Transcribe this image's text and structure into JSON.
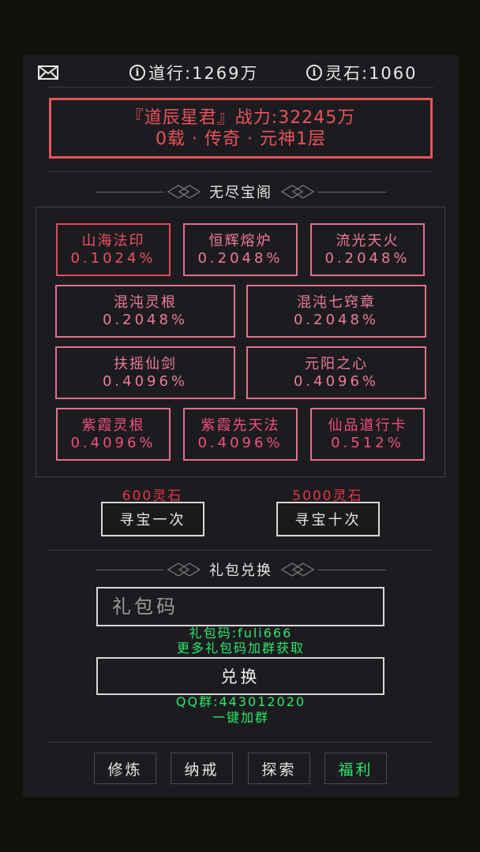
{
  "header": {
    "mail_icon": "envelope-icon",
    "daoxing": {
      "icon": "info-icon",
      "label": "道行",
      "value": "1269万",
      "text": "道行:1269万"
    },
    "lingshi": {
      "icon": "info-icon",
      "label": "灵石",
      "value": "1060",
      "text": "灵石:1060"
    }
  },
  "player": {
    "line1": "『道辰星君』战力:32245万",
    "line2": "0载 · 传奇 · 元神1层",
    "accent": "#e8525a"
  },
  "treasure": {
    "title": "无尽宝阁",
    "items": [
      {
        "name": "山海法印",
        "pct": "0.1024%"
      },
      {
        "name": "恒辉熔炉",
        "pct": "0.2048%"
      },
      {
        "name": "流光天火",
        "pct": "0.2048%"
      },
      {
        "name": "混沌灵根",
        "pct": "0.2048%"
      },
      {
        "name": "混沌七窍章",
        "pct": "0.2048%"
      },
      {
        "name": "扶摇仙剑",
        "pct": "0.4096%"
      },
      {
        "name": "元阳之心",
        "pct": "0.4096%"
      },
      {
        "name": "紫霞灵根",
        "pct": "0.4096%"
      },
      {
        "name": "紫霞先天法",
        "pct": "0.4096%"
      },
      {
        "name": "仙品道行卡",
        "pct": "0.512%"
      }
    ],
    "buy_once": {
      "price": "600灵石",
      "label": "寻宝一次"
    },
    "buy_ten": {
      "price": "5000灵石",
      "label": "寻宝十次"
    }
  },
  "gift": {
    "title": "礼包兑换",
    "placeholder": "礼包码",
    "value": "",
    "hint1": "礼包码:fuli666",
    "hint2": "更多礼包码加群获取",
    "redeem_label": "兑换",
    "qq": "QQ群:443012020",
    "join": "一键加群"
  },
  "nav": {
    "items": [
      {
        "label": "修炼",
        "active": false
      },
      {
        "label": "纳戒",
        "active": false
      },
      {
        "label": "探索",
        "active": false
      },
      {
        "label": "福利",
        "active": true
      }
    ]
  },
  "colors": {
    "background": "#11110c",
    "panel": "#1c1c20",
    "red": "#e8525a",
    "pink": "#ee7a9a",
    "price_red": "#e83545",
    "green": "#2ee86a"
  }
}
